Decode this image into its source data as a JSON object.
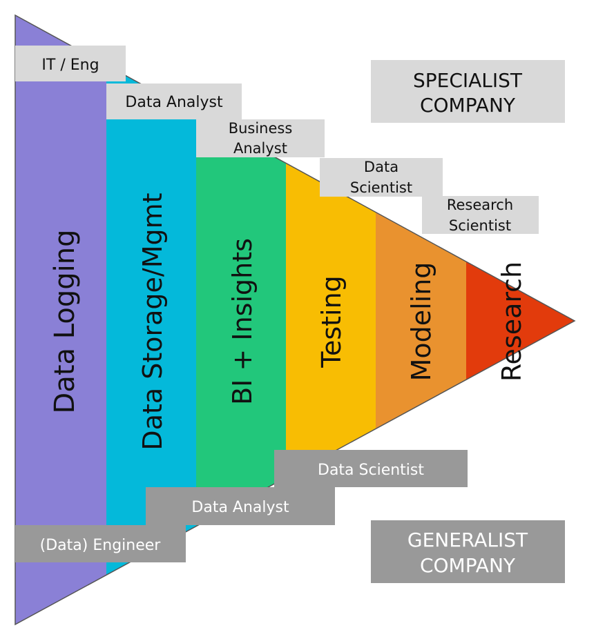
{
  "stages": [
    {
      "label": "Data Logging",
      "color": "#8a80d6"
    },
    {
      "label": "Data Storage/Mgmt",
      "color": "#04b9da"
    },
    {
      "label": "BI + Insights",
      "color": "#22c77b"
    },
    {
      "label": "Testing",
      "color": "#f8bd03"
    },
    {
      "label": "Modeling",
      "color": "#e9922f"
    },
    {
      "label": "Research",
      "color": "#e23b0c"
    }
  ],
  "specialist": {
    "title_line1": "SPECIALIST",
    "title_line2": "COMPANY",
    "roles": [
      {
        "line1": "IT / Eng",
        "line2": ""
      },
      {
        "line1": "Data Analyst",
        "line2": ""
      },
      {
        "line1": "Business",
        "line2": "Analyst"
      },
      {
        "line1": "Data",
        "line2": "Scientist"
      },
      {
        "line1": "Research",
        "line2": "Scientist"
      }
    ],
    "box_color": "#d9d9d9"
  },
  "generalist": {
    "title_line1": "GENERALIST",
    "title_line2": "COMPANY",
    "roles": [
      {
        "line1": "Data Scientist"
      },
      {
        "line1": "Data Analyst"
      },
      {
        "line1": "(Data) Engineer"
      }
    ],
    "box_color": "#999999"
  },
  "outline_color": "#555555"
}
